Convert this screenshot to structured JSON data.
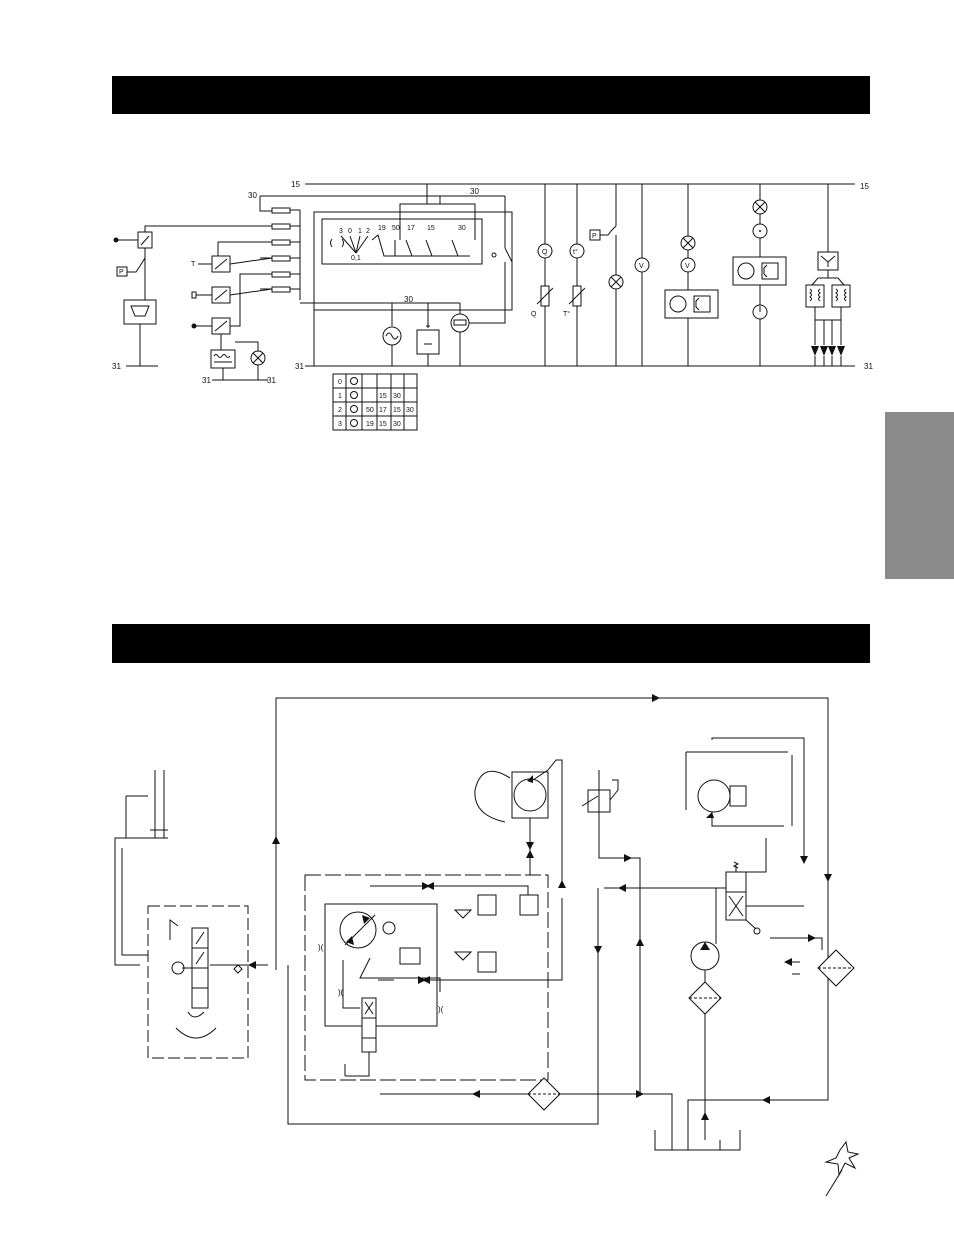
{
  "wiring": {
    "bus_top": "15",
    "bus_top_right": "15",
    "bus_bottom": "31",
    "bus_bottom_right": "31",
    "feed_30_left": "30",
    "feed_30_top": "30",
    "feed_30_mid": "30",
    "ground_31_a": "31",
    "ground_31_b": "31",
    "ground_31_c": "31",
    "switch_positions": [
      "3",
      "0",
      "1",
      "2",
      "19",
      "50",
      "17",
      "15",
      "30"
    ],
    "switch_sub": "0,1",
    "sensor_labels": [
      "P",
      "T",
      "P"
    ],
    "meter_labels": [
      "Q",
      "t°",
      "V",
      "V"
    ],
    "sender_labels": [
      "Q",
      "T°"
    ]
  },
  "switch_table": {
    "rows": [
      {
        "pos": "0",
        "c1": "",
        "c2": "",
        "c3": ""
      },
      {
        "pos": "1",
        "c1": "",
        "c2": "15",
        "c3": "30"
      },
      {
        "pos": "2",
        "c1": "50",
        "c2": "17",
        "c3": "15",
        "c4": "30"
      },
      {
        "pos": "3",
        "c1": "19",
        "c2": "15",
        "c3": "30"
      }
    ]
  }
}
